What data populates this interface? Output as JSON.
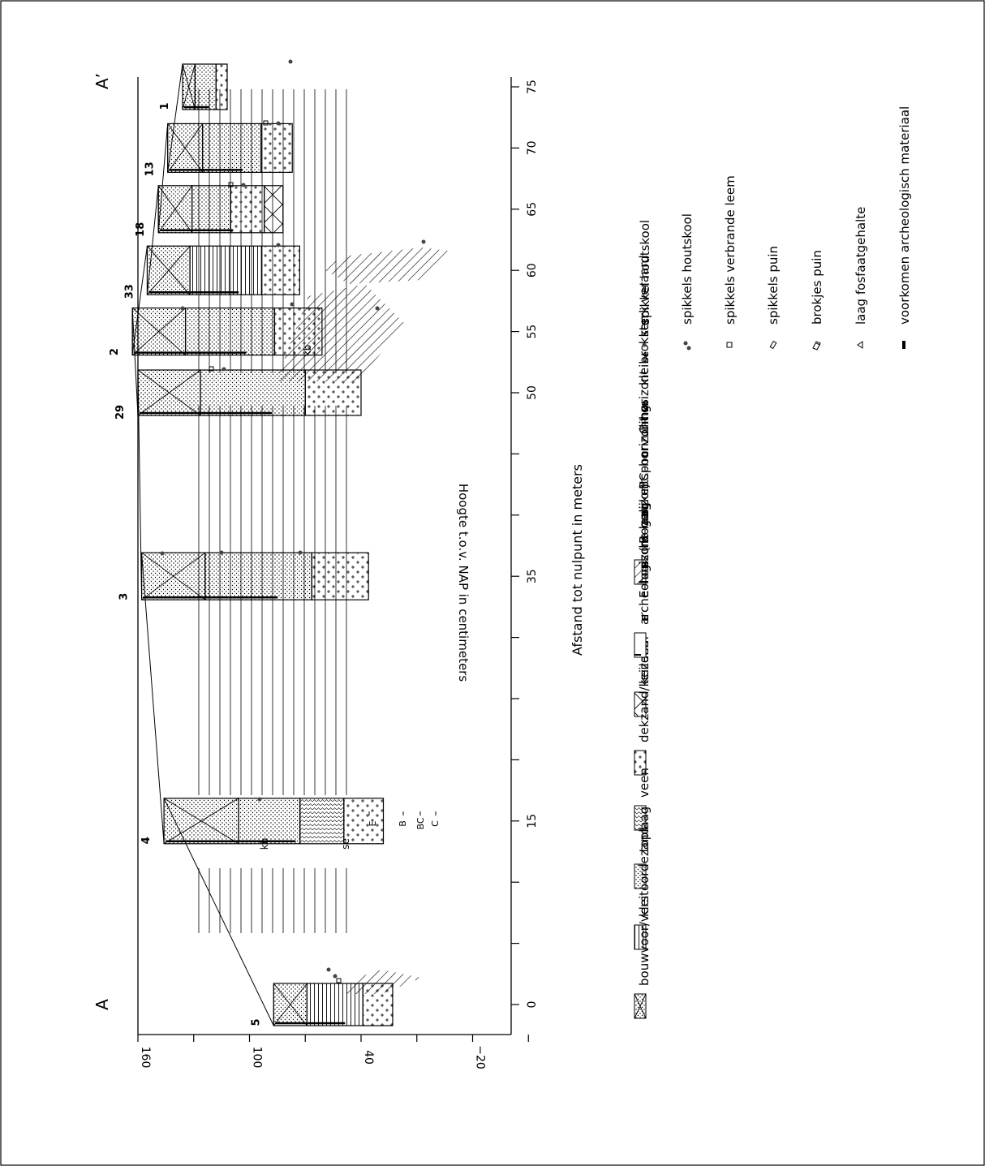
{
  "title": "",
  "axes": {
    "y_label": "Hoogte t.o.v. NAP in centimeters",
    "y_ticks": [
      "160",
      "100",
      "40",
      "−20"
    ],
    "x_label": "Afstand tot nulpunt in meters",
    "x_ticks": [
      "0",
      "15",
      "35",
      "50",
      "55",
      "60",
      "65",
      "70",
      "75"
    ]
  },
  "section_labels": {
    "start": "A",
    "end": "A’"
  },
  "borings": [
    {
      "id": "5",
      "distance_m": 0,
      "top_cm": 87,
      "bottom_cm": 23,
      "layers": [
        "verstoord",
        "klei",
        "dekzand"
      ]
    },
    {
      "id": "4",
      "distance_m": 15,
      "top_cm": 146,
      "bottom_cm": 28,
      "layers": [
        "verstoord",
        "zand",
        "veen",
        "dekzand"
      ]
    },
    {
      "id": "3",
      "distance_m": 35,
      "top_cm": 158,
      "bottom_cm": 36,
      "layers": [
        "verstoord",
        "zand",
        "dekzand"
      ]
    },
    {
      "id": "29",
      "distance_m": 50,
      "top_cm": 160,
      "bottom_cm": 40,
      "layers": [
        "verstoord",
        "zand",
        "dekzand"
      ]
    },
    {
      "id": "2",
      "distance_m": 55,
      "top_cm": 163,
      "bottom_cm": 61,
      "layers": [
        "verstoord",
        "zand",
        "dekzand"
      ]
    },
    {
      "id": "33",
      "distance_m": 60,
      "top_cm": 155,
      "bottom_cm": 73,
      "layers": [
        "verstoord",
        "klei",
        "dekzand"
      ]
    },
    {
      "id": "18",
      "distance_m": 65,
      "top_cm": 149,
      "bottom_cm": 82,
      "layers": [
        "verstoord",
        "zand",
        "dekzand",
        "keileem"
      ]
    },
    {
      "id": "13",
      "distance_m": 70,
      "top_cm": 144,
      "bottom_cm": 77,
      "layers": [
        "verstoord",
        "zand",
        "dekzand"
      ]
    },
    {
      "id": "1",
      "distance_m": 75,
      "top_cm": 136,
      "bottom_cm": 112,
      "layers": [
        "verstoord",
        "zand",
        "dekzand"
      ]
    }
  ],
  "inline_labels": {
    "kb_left": "kb",
    "se": "se",
    "kb_right": "kb",
    "horizons": [
      "E",
      "B",
      "BC",
      "C"
    ]
  },
  "legend_left": [
    {
      "pattern": "verstoord",
      "label": "bouwvoor/verstoorde toplaag"
    },
    {
      "pattern": "klei",
      "label": "klei"
    },
    {
      "pattern": "zand",
      "label": "zand"
    },
    {
      "pattern": "veen",
      "label": "veen"
    },
    {
      "pattern": "dekzand",
      "label": "dekzand/keizand"
    },
    {
      "pattern": "keileem",
      "label": "keileem"
    },
    {
      "pattern": "archeologisch",
      "label": "archeologische laag"
    },
    {
      "pattern": "spoor",
      "label": "(mogelijke) spoorvulling"
    }
  ],
  "legend_middle": [
    {
      "symbol": "E",
      "label": "E–horizont"
    },
    {
      "symbol": "B",
      "label": "B–horizont"
    },
    {
      "symbol": "BC",
      "label": "BC–horizont"
    },
    {
      "symbol": "C",
      "label": "C–horizont"
    },
    {
      "symbol": "kb",
      "label": "kleibrokken"
    },
    {
      "symbol": "se",
      "label": "sterk veraard"
    }
  ],
  "legend_right": [
    {
      "icon": "dot-icon",
      "label": "spikkel houtskool"
    },
    {
      "icon": "dots-icon",
      "label": "spikkels houtskool"
    },
    {
      "icon": "square-icon",
      "label": "spikkels verbrande leem"
    },
    {
      "icon": "lozenge-icon",
      "label": "spikkels puin"
    },
    {
      "icon": "brick-icon",
      "label": "brokjes puin"
    },
    {
      "icon": "triangle-icon",
      "label": "laag fosfaatgehalte"
    },
    {
      "icon": "bar-icon",
      "label": "voorkomen archeologisch materiaal"
    }
  ]
}
